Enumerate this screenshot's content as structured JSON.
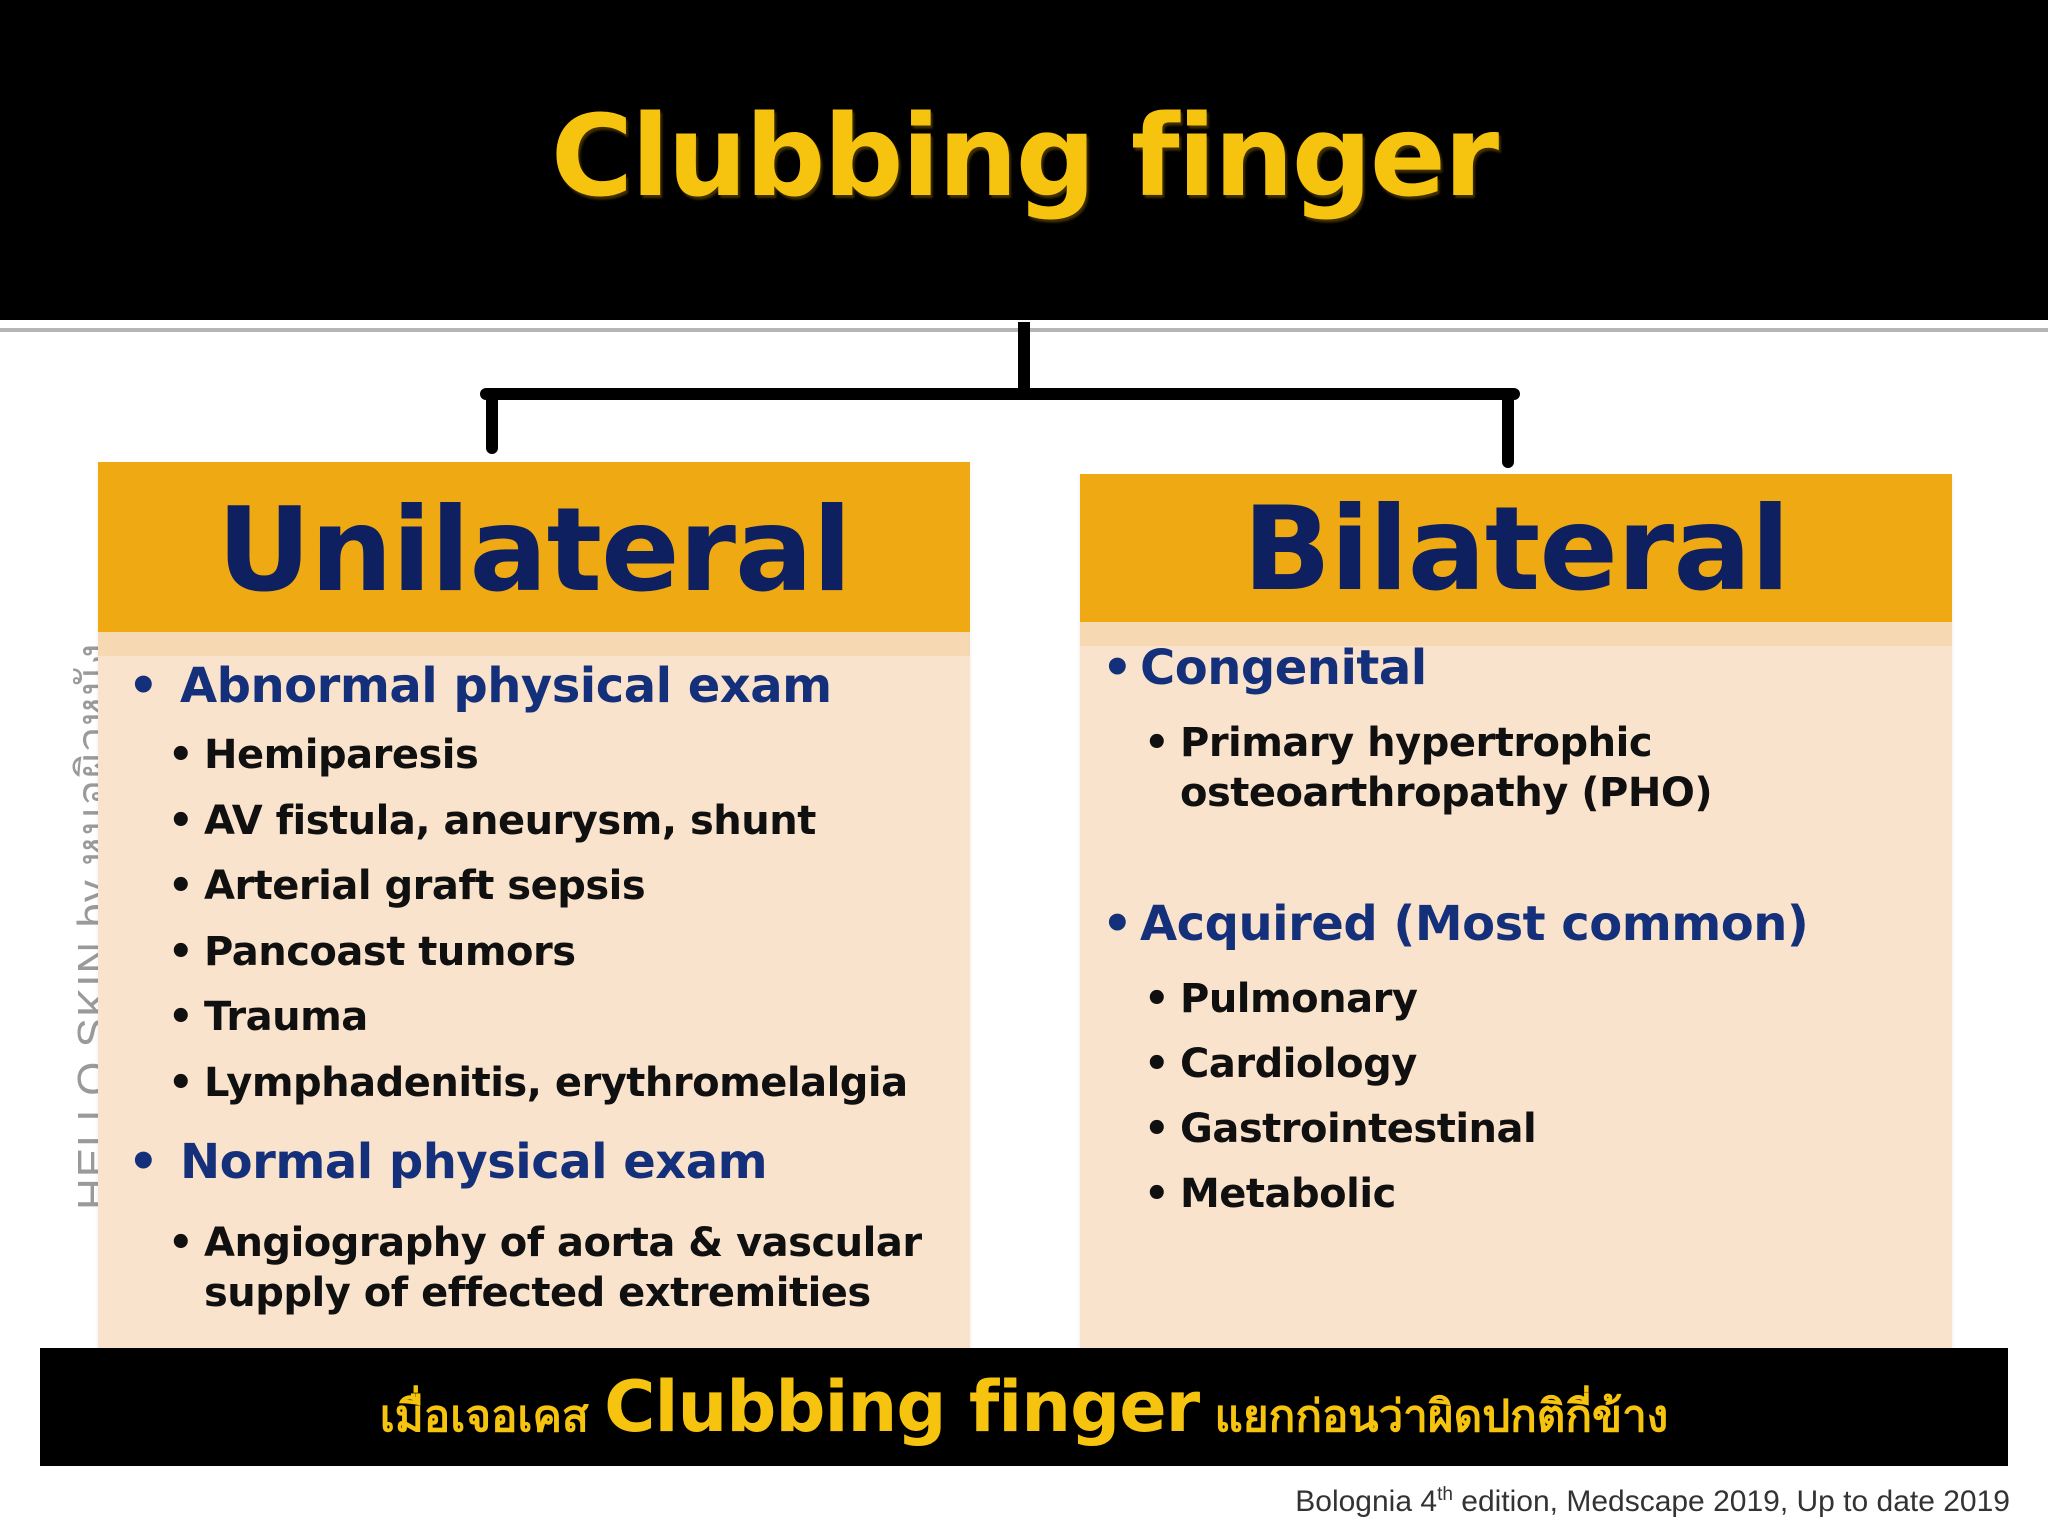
{
  "title": "Clubbing finger",
  "side_credit": "HELLO SKIN by หมอผิวหนัง",
  "unilateral": {
    "header": "Unilateral",
    "groups": [
      {
        "label": "Abnormal physical exam",
        "items": [
          "Hemiparesis",
          "AV fistula, aneurysm, shunt",
          "Arterial graft sepsis",
          "Pancoast tumors",
          "Trauma",
          "Lymphadenitis, erythromelalgia"
        ]
      },
      {
        "label": "Normal physical exam",
        "items": [
          [
            "Angiography of aorta & vascular",
            "supply of effected extremities"
          ]
        ]
      }
    ]
  },
  "bilateral": {
    "header": "Bilateral",
    "groups": [
      {
        "label": "Congenital",
        "items": [
          [
            "Primary hypertrophic",
            "osteoarthropathy (PHO)"
          ]
        ]
      },
      {
        "label": "Acquired (Most common)",
        "items": [
          "Pulmonary",
          "Cardiology",
          "Gastrointestinal",
          "Metabolic"
        ]
      }
    ]
  },
  "bottom_banner": {
    "before": "เมื่อเจอเคส",
    "emphasis": "Clubbing finger",
    "after": "แยกก่อนว่าผิดปกติกี่ข้าง"
  },
  "citation": {
    "before_sup": "Bolognia 4",
    "sup": "th",
    "after_sup": " edition, Medscape 2019, Up to date 2019"
  },
  "colors": {
    "title": "#f6c40f",
    "header_fill": "#eea913",
    "header_text": "#0e2060",
    "panel_fill": "#fae3cc",
    "category_text": "#14307a",
    "item_text": "#101010"
  }
}
